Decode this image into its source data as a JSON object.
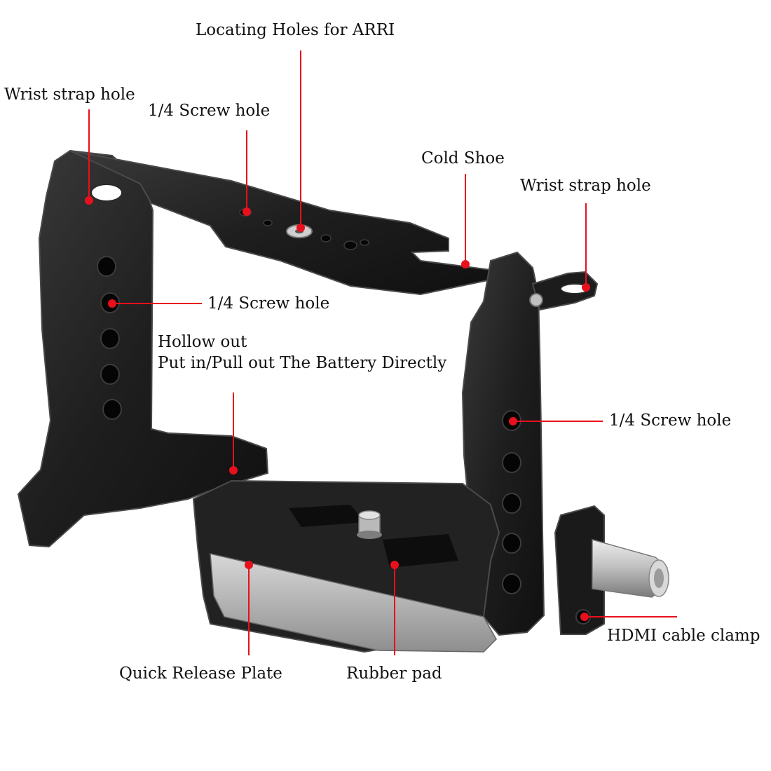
{
  "colors": {
    "background": "#ffffff",
    "callout_red": "#e8101c",
    "text": "#111111",
    "cage_dark": "#1b1b1b",
    "cage_mid": "#2e2e2e",
    "cage_edge": "#4a4a4a",
    "hole_dark": "#050505",
    "metal_light": "#c9c9c9",
    "metal_shadow": "#8c8c8c",
    "plate_silver": "#b8b8b8"
  },
  "icons": {
    "cage": "camera-cage-illustration",
    "callout_marker": "red-dot-marker"
  },
  "callouts": {
    "locating_holes_arri": "Locating Holes for ARRI",
    "wrist_strap_left": "Wrist strap hole",
    "screw_top": "1/4 Screw hole",
    "cold_shoe": "Cold Shoe",
    "wrist_strap_right": "Wrist strap hole",
    "screw_left": "1/4 Screw hole",
    "hollow_out_line1": "Hollow out",
    "hollow_out_line2": "Put in/Pull out The Battery Directly",
    "screw_right": "1/4 Screw hole",
    "hdmi_clamp": "HDMI cable clamp",
    "quick_release": "Quick Release Plate",
    "rubber_pad": "Rubber pad"
  }
}
